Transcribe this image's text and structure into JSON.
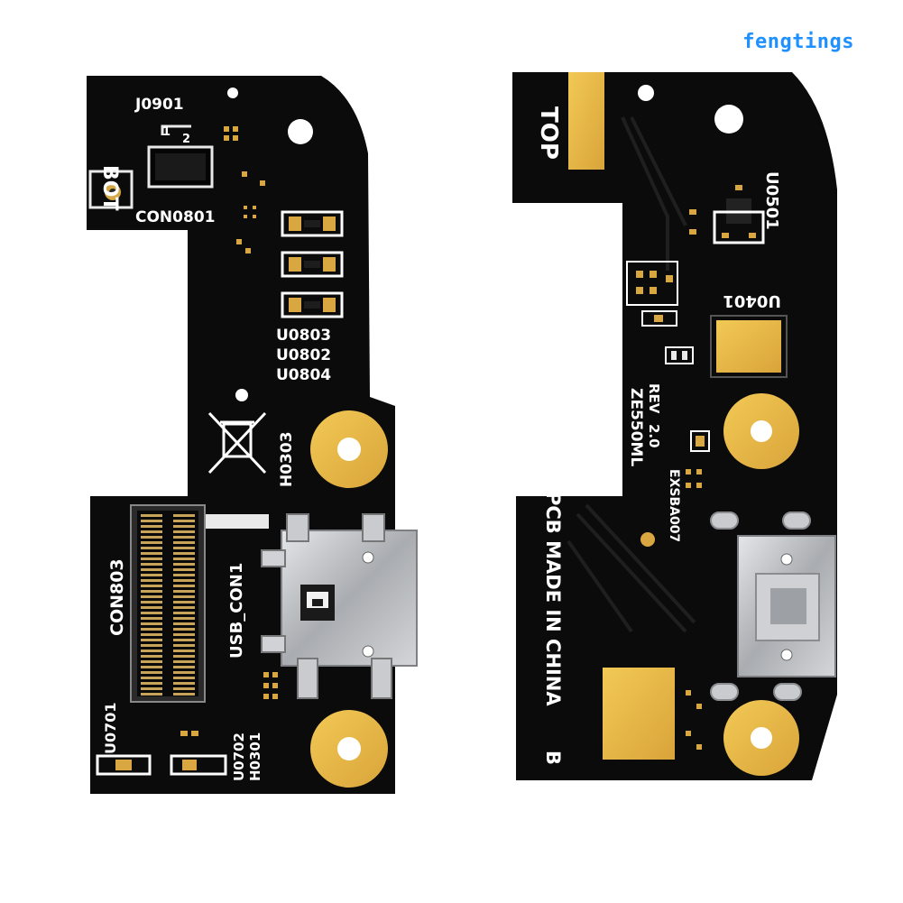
{
  "watermark": "fengtings",
  "left_board": {
    "labels": {
      "j0901": "J0901",
      "pin1": "1",
      "pin2": "2",
      "bot": "BOT",
      "con0801": "CON0801",
      "u0803": "U0803",
      "u0802": "U0802",
      "u0804": "U0804",
      "h0303": "H0303",
      "usb_con1": "USB_CON1",
      "con803": "CON803",
      "u0701": "U0701",
      "u0702": "U0702",
      "h0301": "H0301"
    }
  },
  "right_board": {
    "labels": {
      "top": "TOP",
      "u0501": "U0501",
      "u0401": "U0401",
      "rev": "REV",
      "rev_num": "2.0",
      "model": "ZE550ML",
      "code": "EXSBA007",
      "pcb1": "PCB MADE IN CHINA",
      "pcb2": "B"
    }
  },
  "colors": {
    "board": "#0b0b0b",
    "gold": "#e8b73a",
    "pad_gold": "#d9a741",
    "silk": "#ffffff",
    "metal": "#b9bcc0",
    "watermark": "#1e90ff"
  }
}
